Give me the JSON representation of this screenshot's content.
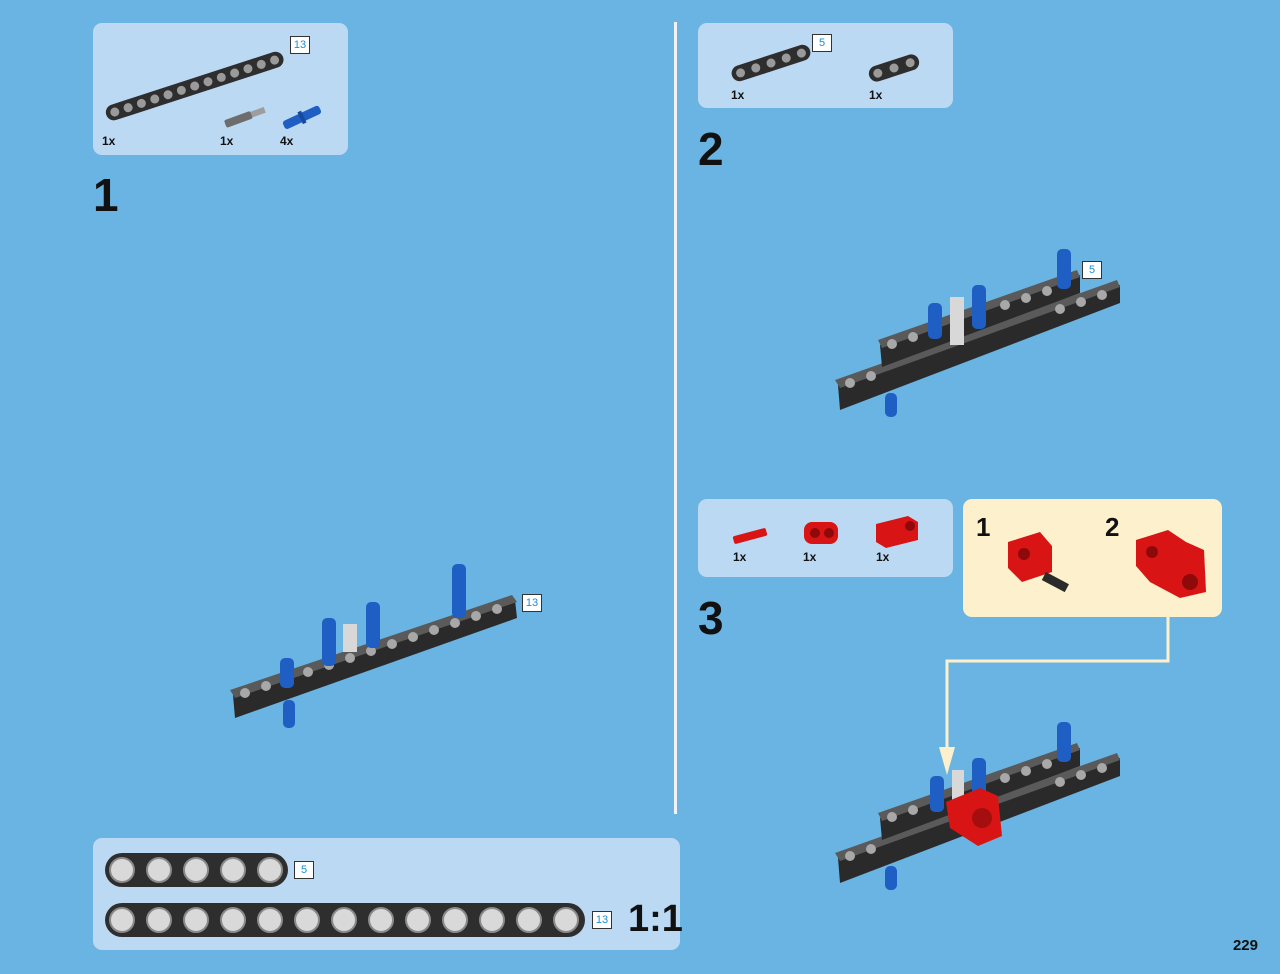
{
  "page": {
    "number": "229"
  },
  "step1": {
    "number": "1",
    "parts": {
      "beam_length_tag": "13",
      "items": [
        {
          "name": "beam-13",
          "qty": "1x"
        },
        {
          "name": "axle-pin",
          "qty": "1x"
        },
        {
          "name": "blue-pin",
          "qty": "4x"
        }
      ]
    },
    "model_length_tag": "13"
  },
  "step2": {
    "number": "2",
    "parts": {
      "beam_length_tag": "5",
      "items": [
        {
          "name": "beam-5",
          "qty": "1x"
        },
        {
          "name": "beam-3",
          "qty": "1x"
        }
      ]
    },
    "model_length_tag": "5"
  },
  "step3": {
    "number": "3",
    "parts": {
      "items": [
        {
          "name": "red-axle-pin",
          "qty": "1x"
        },
        {
          "name": "red-connector",
          "qty": "1x"
        },
        {
          "name": "red-bracket",
          "qty": "1x"
        }
      ]
    },
    "subassembly": {
      "sub_step_1": "1",
      "sub_step_2": "2"
    }
  },
  "ruler": {
    "beam_short_tag": "5",
    "beam_long_tag": "13",
    "scale": "1:1"
  },
  "colors": {
    "background": "#6ab4e3",
    "panel": "#bcd9f4",
    "callout": "#fdf0cc",
    "beam": "#2e2e2e",
    "pin_blue": "#1f5fc4",
    "red_part": "#d81414"
  }
}
